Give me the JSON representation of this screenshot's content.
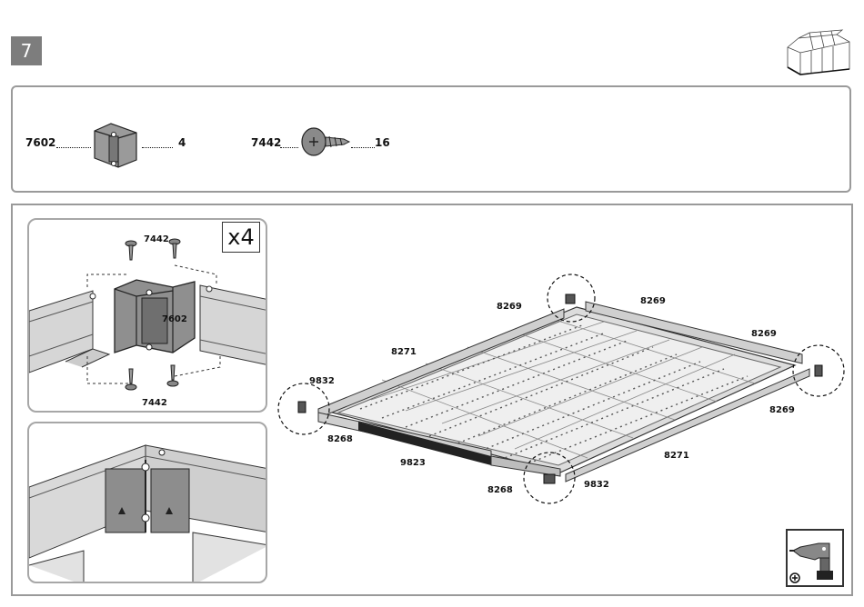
{
  "step": {
    "number": "7"
  },
  "parts": [
    {
      "code": "7602",
      "quantity": "4",
      "icon": "corner-bracket-icon"
    },
    {
      "code": "7442",
      "quantity": "16",
      "icon": "screw-icon"
    }
  ],
  "detail": {
    "multiplier": "x4",
    "screw_label_top": "7442",
    "screw_label_bottom": "7442",
    "bracket_label": "7602"
  },
  "floor_labels": {
    "l8269a": "8269",
    "l8269b": "8269",
    "l8269c": "8269",
    "l8269d": "8269",
    "l8271a": "8271",
    "l8271b": "8271",
    "l9832a": "9832",
    "l9832b": "9832",
    "l8268a": "8268",
    "l8268b": "8268",
    "l9823": "9823"
  },
  "tool": {
    "icon": "cordless-drill-icon",
    "action_icon": "plus-icon"
  }
}
